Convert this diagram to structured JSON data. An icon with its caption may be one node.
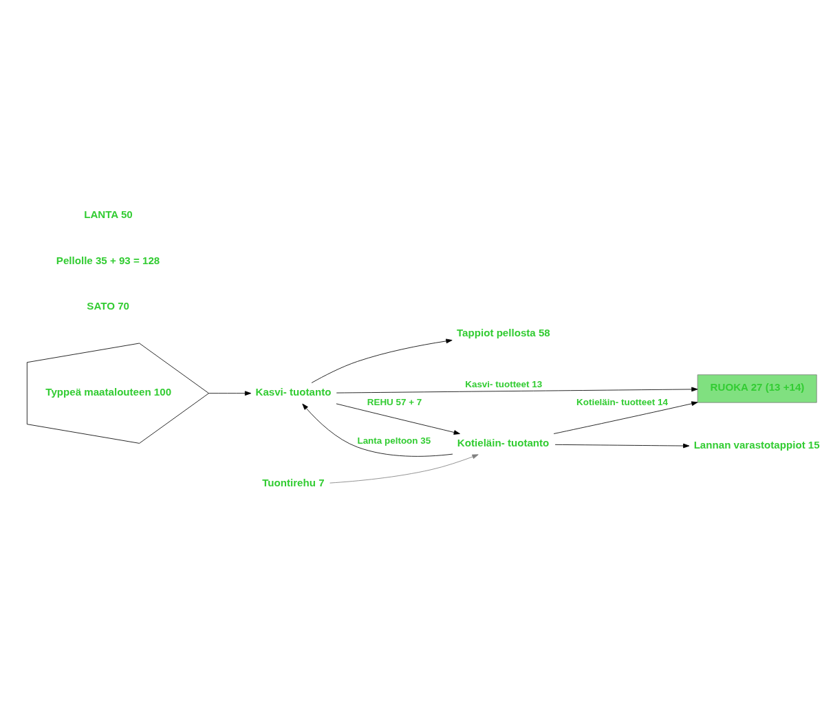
{
  "diagram": {
    "nodes": [
      {
        "text": [
          "Typpeä maatalouteen 100"
        ]
      },
      {
        "text": [
          "Tappiot pellosta 58"
        ]
      },
      {
        "text": [
          "RUOKA 27 (13 +14)"
        ]
      },
      {
        "text": [
          "Kasvi- tuotanto"
        ]
      },
      {
        "text": [
          "Tuontirehu 7"
        ]
      },
      {
        "text": [
          "Lannan varastotappiot 15"
        ]
      },
      {
        "text": [
          "Kotieläin- tuotanto"
        ]
      }
    ],
    "edges": [
      {
        "from": 0,
        "to": 3,
        "arrow": "to"
      },
      {
        "from": 6,
        "to": 3,
        "arrow": "to",
        "label": "Lanta peltoon 35"
      },
      {
        "from": 3,
        "to": 1,
        "arrow": "to"
      },
      {
        "from": 3,
        "to": 2,
        "arrow": "to",
        "label": "Kasvi- tuotteet 13"
      },
      {
        "from": 3,
        "to": 6,
        "arrow": "to",
        "label": "REHU 57 + 7"
      },
      {
        "from": 6,
        "to": 2,
        "arrow": "to",
        "label": "Kotieläin- tuotteet 14"
      },
      {
        "from": 4,
        "to": 6,
        "arrow": "to",
        "color": "#808080"
      },
      {
        "from": 6,
        "to": 5,
        "arrow": "to"
      }
    ],
    "labels": [
      "SATO 70",
      "Pellolle 35 + 93 = 128",
      "LANTA 50"
    ]
  }
}
